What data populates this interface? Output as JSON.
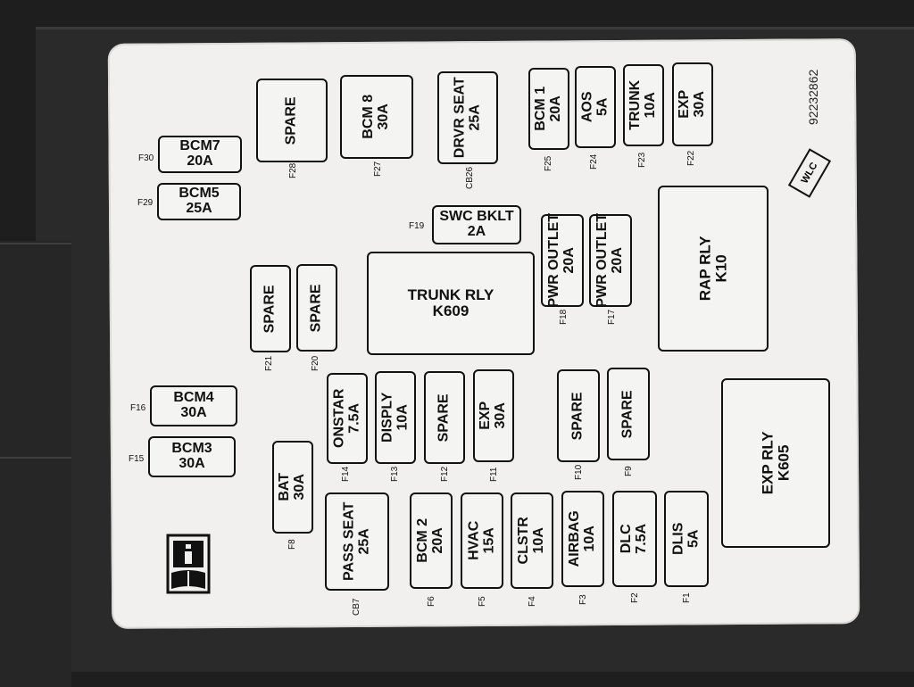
{
  "part_number": "92232862",
  "logo_text": "WLC",
  "icons": {
    "manual": "book-info-icon"
  },
  "fuses": [
    {
      "id": "F30",
      "label": "BCM7\n20A"
    },
    {
      "id": "F29",
      "label": "BCM5\n25A"
    },
    {
      "id": "F28",
      "label": "SPARE"
    },
    {
      "id": "F27",
      "label": "BCM 8\n30A"
    },
    {
      "id": "CB26",
      "label": "DRVR SEAT\n25A"
    },
    {
      "id": "F25",
      "label": "BCM 1\n20A"
    },
    {
      "id": "F24",
      "label": "AOS\n5A"
    },
    {
      "id": "F23",
      "label": "TRUNK\n10A"
    },
    {
      "id": "F22",
      "label": "EXP\n30A"
    },
    {
      "id": "F19",
      "label": "SWC BKLT\n2A"
    },
    {
      "id": "F18",
      "label": "PWR OUTLET\n20A"
    },
    {
      "id": "F17",
      "label": "PWR OUTLET\n20A"
    },
    {
      "id": "F21",
      "label": "SPARE"
    },
    {
      "id": "F20",
      "label": "SPARE"
    },
    {
      "id": "F16",
      "label": "BCM4\n30A"
    },
    {
      "id": "F15",
      "label": "BCM3\n30A"
    },
    {
      "id": "F14",
      "label": "ONSTAR\n7.5A"
    },
    {
      "id": "F13",
      "label": "DISPLY\n10A"
    },
    {
      "id": "F12",
      "label": "SPARE"
    },
    {
      "id": "F11",
      "label": "EXP\n30A"
    },
    {
      "id": "F10",
      "label": "SPARE"
    },
    {
      "id": "F9",
      "label": "SPARE"
    },
    {
      "id": "F8",
      "label": "BAT\n30A"
    },
    {
      "id": "CB7",
      "label": "PASS SEAT\n25A"
    },
    {
      "id": "F6",
      "label": "BCM 2\n20A"
    },
    {
      "id": "F5",
      "label": "HVAC\n15A"
    },
    {
      "id": "F4",
      "label": "CLSTR\n10A"
    },
    {
      "id": "F3",
      "label": "AIRBAG\n10A"
    },
    {
      "id": "F2",
      "label": "DLC\n7.5A"
    },
    {
      "id": "F1",
      "label": "DLIS\n5A"
    }
  ],
  "relays": [
    {
      "id": "trunk",
      "label": "TRUNK RLY\nK609"
    },
    {
      "id": "rap",
      "label": "RAP RLY\nK10"
    },
    {
      "id": "exp",
      "label": "EXP RLY\nK605"
    }
  ]
}
